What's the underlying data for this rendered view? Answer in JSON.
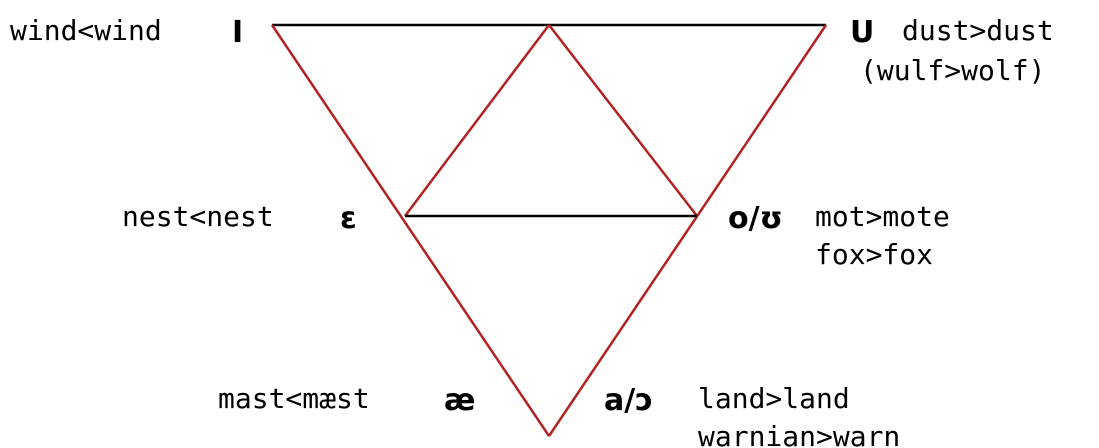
{
  "vowels": {
    "high_front": {
      "word": "wind<wind",
      "symbol": "I"
    },
    "high_back": {
      "symbol": "U",
      "word_line1": "dust>dust",
      "word_line2": "(wulf>wolf)"
    },
    "mid_front": {
      "word": "nest<nest",
      "symbol": "ɛ"
    },
    "mid_back": {
      "symbol": "o/ʊ",
      "word_line1": "mot>mote",
      "word_line2": "fox>fox"
    },
    "low_front": {
      "word": "mast<mæst",
      "symbol": "æ"
    },
    "low_back": {
      "symbol": "a/ɔ",
      "word_line1": "land>land",
      "word_line2": "warnian>warn"
    }
  },
  "colors": {
    "line_dark": "#000000",
    "line_red": "#b22222"
  }
}
